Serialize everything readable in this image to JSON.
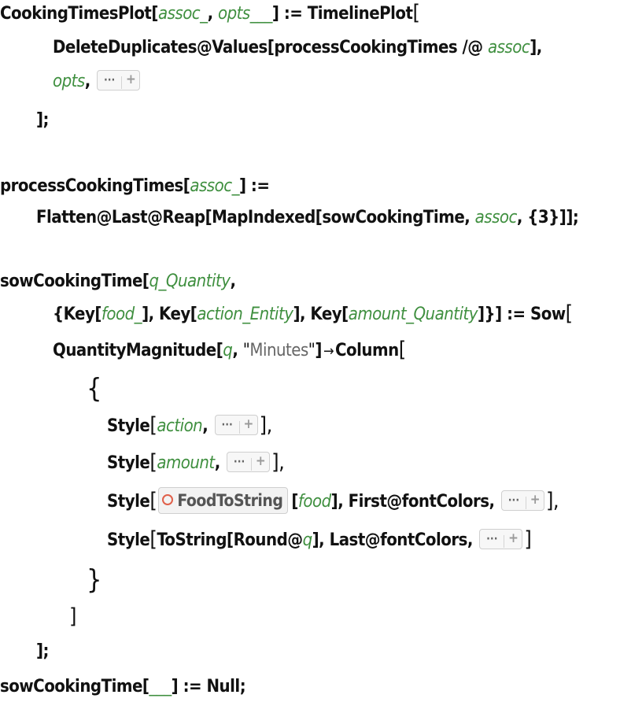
{
  "code": {
    "l1": {
      "fn": "CookingTimesPlot",
      "open": "[",
      "arg1": "assoc_",
      "comma": ", ",
      "arg2": "opts___",
      "close": "] := TimelinePlot",
      "bigbr": "["
    },
    "l2": {
      "a": "DeleteDuplicates@Values[processCookingTimes /@ ",
      "v": "assoc",
      "b": "],"
    },
    "l3": {
      "v": "opts",
      "b": ", "
    },
    "l4": {
      "t": "];"
    },
    "l5": {
      "fn": "processCookingTimes[",
      "v": "assoc_",
      "b": "] :="
    },
    "l6": {
      "a": "Flatten@Last@Reap[MapIndexed[sowCookingTime, ",
      "v": "assoc",
      "b": ", {3}]];"
    },
    "l7": {
      "fn": "sowCookingTime[",
      "v": "q_Quantity",
      "b": ","
    },
    "l8": {
      "a": "{Key[",
      "v1": "food_",
      "b": "], Key[",
      "v2": "action_Entity",
      "c": "], Key[",
      "v3": "amount_Quantity",
      "d": "]}] := Sow",
      "bigbr": "["
    },
    "l9": {
      "a": "QuantityMagnitude[",
      "v": "q",
      "b": ", ",
      "q1": "\"",
      "s": "Minutes",
      "q2": "\"",
      "c": "]",
      "arrow": "→",
      "d": "Column",
      "bigbr": "["
    },
    "l10": {
      "t": "{"
    },
    "l11": {
      "a": "Style",
      "br1": "[",
      "v": "action",
      "b": ", ",
      "br2": "],"
    },
    "l12": {
      "a": "Style",
      "br1": "[",
      "v": "amount",
      "b": ", ",
      "br2": "],"
    },
    "l13": {
      "a": "Style",
      "br1": "[",
      "rf": "FoodToString",
      "b": "[",
      "v": "food",
      "c": "], First@fontColors, ",
      "br2": "],"
    },
    "l14": {
      "a": "Style",
      "br1": "[",
      "b": "ToString[Round@",
      "v": "q",
      "c": "], Last@fontColors, ",
      "br2": "]"
    },
    "l15": {
      "t": "}"
    },
    "l16": {
      "t": "]"
    },
    "l17": {
      "t": "];"
    },
    "l18": {
      "fn": "sowCookingTime[",
      "v": "___",
      "b": "] := Null;"
    }
  },
  "iconized": {
    "dots": "···",
    "plus": "+"
  },
  "icons": {
    "iconize_button": "iconized-expression-icon",
    "resource_function": "resource-function-circle-icon"
  },
  "colors": {
    "pattern_variable": "#3f8f3f",
    "string_literal": "#666666",
    "resource_circle": "#e0604a"
  }
}
